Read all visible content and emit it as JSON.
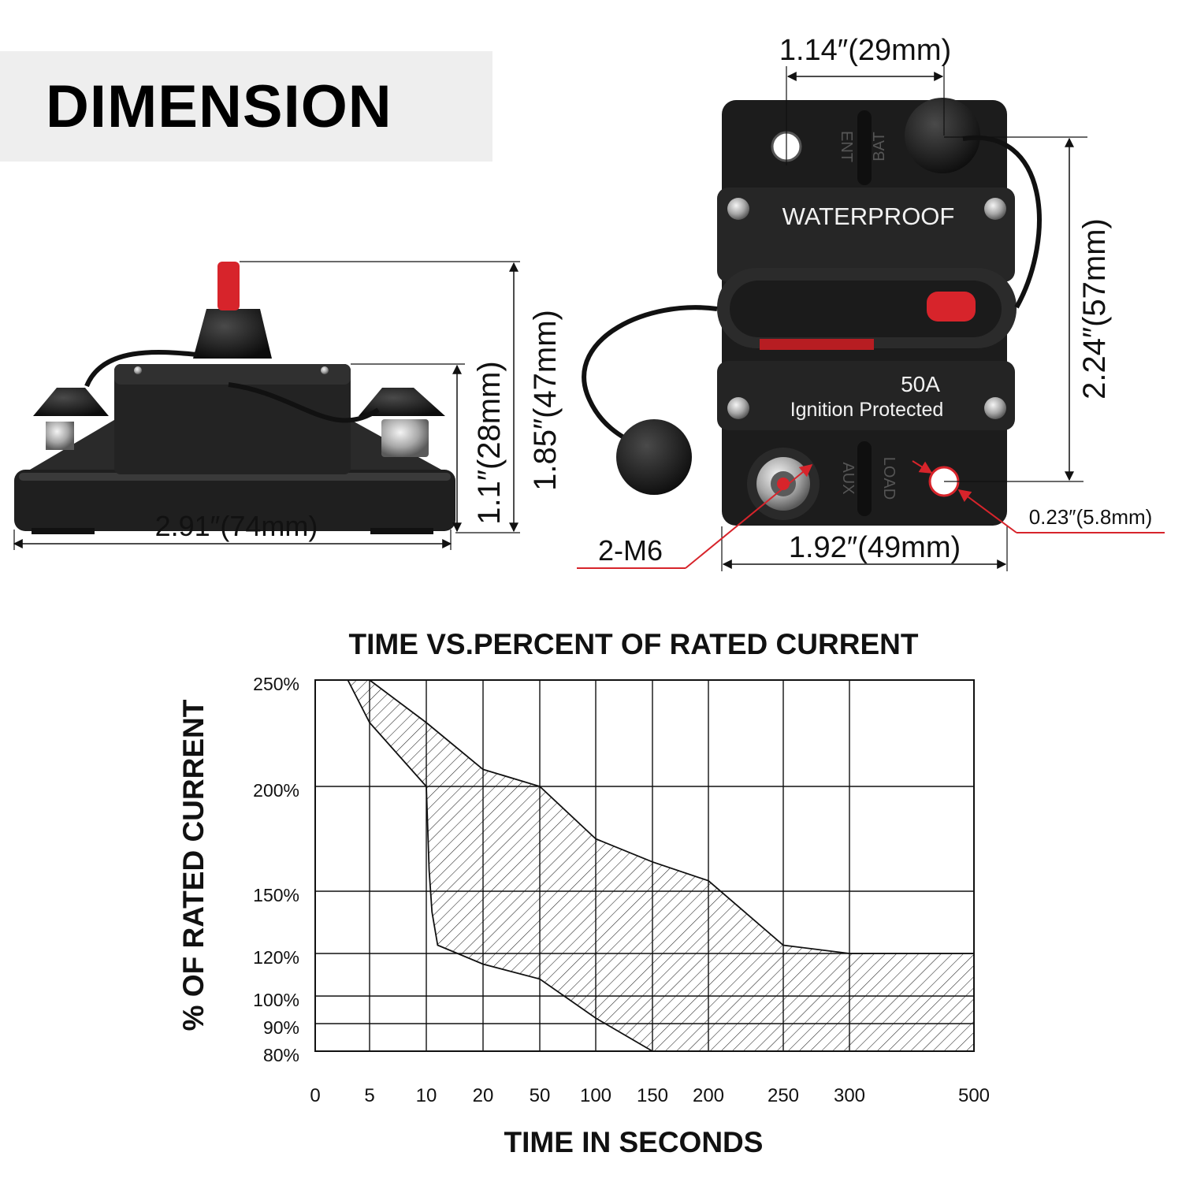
{
  "header": {
    "title": "DIMENSION"
  },
  "side_view": {
    "width_label": "2.91″(74mm)",
    "height_total_label": "1.85″(47mm)",
    "height_body_label": "1.1″(28mm)"
  },
  "front_view": {
    "hole_spacing_label": "1.14″(29mm)",
    "height_label": "2.24″(57mm)",
    "width_label": "1.92″(49mm)",
    "hole_diameter_label": "0.23″(5.8mm)",
    "stud_label": "2-M6",
    "panel_text": "WATERPROOF",
    "rating_text": "50A",
    "subtitle_text": "Ignition Protected",
    "left_slot_text": "ENT",
    "right_slot_text": "BAT",
    "aux_text": "AUX",
    "load_text": "LOAD"
  },
  "colors": {
    "accent_red": "#d7242b",
    "body_black": "#1c1c1c",
    "band_gray": "#eeeeee"
  },
  "chart_data": {
    "type": "area",
    "title": "TIME VS.PERCENT OF RATED CURRENT",
    "xlabel": "TIME IN SECONDS",
    "ylabel": "% OF RATED CURRENT",
    "x_ticks": [
      "0",
      "5",
      "10",
      "20",
      "50",
      "100",
      "150",
      "200",
      "250",
      "300",
      "500"
    ],
    "y_ticks": [
      "250%",
      "200%",
      "150%",
      "120%",
      "100%",
      "90%",
      "80%"
    ],
    "x_values": [
      0,
      5,
      10,
      20,
      50,
      100,
      150,
      200,
      250,
      300,
      500
    ],
    "y_values": [
      250,
      200,
      150,
      120,
      100,
      90,
      80
    ],
    "grid": true,
    "series": [
      {
        "points": [
          [
            3,
            250
          ],
          [
            5,
            230
          ],
          [
            10,
            200
          ],
          [
            10.5,
            160
          ],
          [
            11,
            140
          ],
          [
            12,
            124
          ],
          [
            20,
            115
          ],
          [
            50,
            108
          ],
          [
            100,
            92
          ],
          [
            150,
            80
          ]
        ]
      },
      {
        "points": [
          [
            5,
            250
          ],
          [
            10,
            230
          ],
          [
            20,
            208
          ],
          [
            50,
            200
          ],
          [
            100,
            175
          ],
          [
            150,
            164
          ],
          [
            200,
            155
          ],
          [
            250,
            124
          ],
          [
            300,
            120
          ],
          [
            500,
            120
          ]
        ]
      }
    ]
  }
}
